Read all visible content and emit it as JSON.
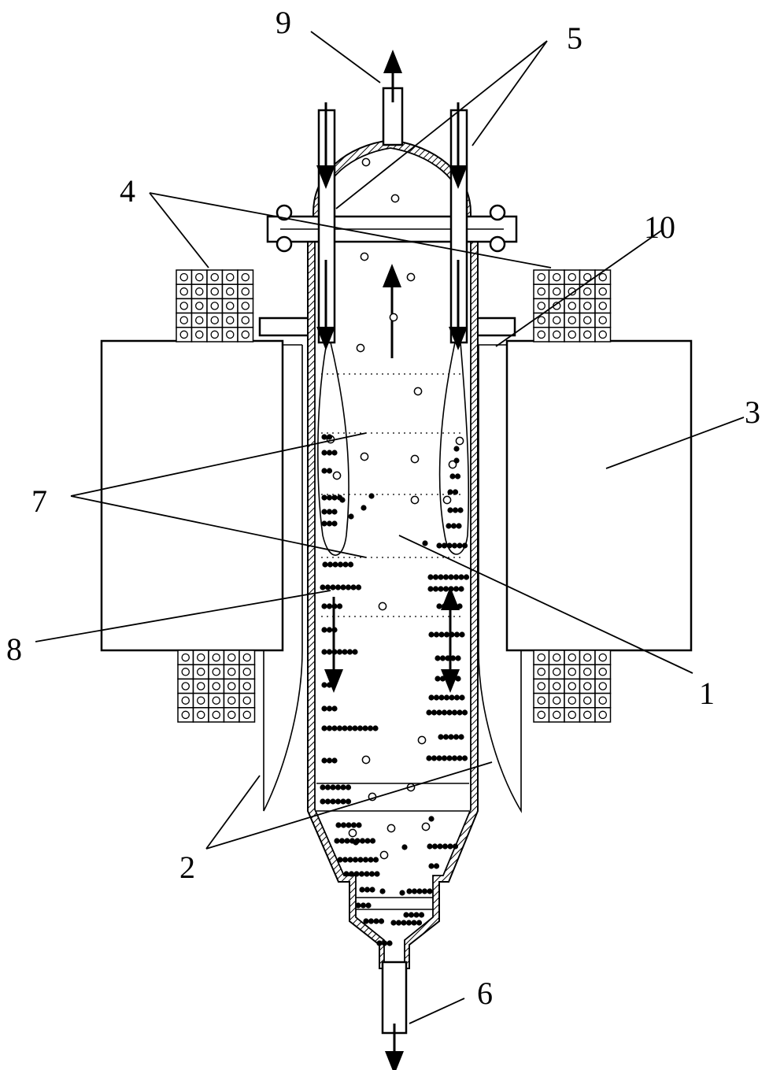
{
  "callouts": {
    "l1": "1",
    "l2": "2",
    "l3": "3",
    "l4": "4",
    "l5": "5",
    "l6": "6",
    "l7": "7",
    "l8": "8",
    "l9": "9",
    "l10": "10"
  },
  "colors": {
    "line": "#000000",
    "background": "#ffffff"
  }
}
